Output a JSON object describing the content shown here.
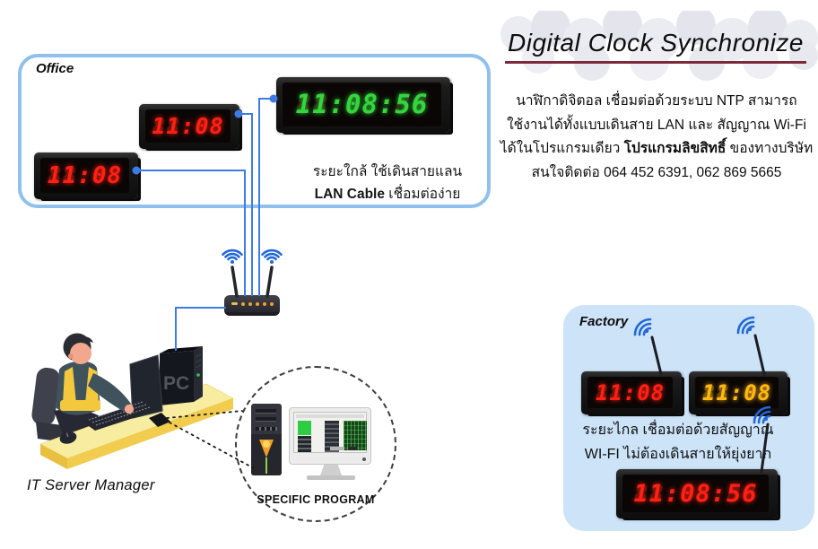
{
  "header": {
    "title": "Digital Clock Synchronize",
    "line1": "นาฬิกาดิจิตอล เชื่อมต่อด้วยระบบ NTP สามารถ",
    "line2": "ใช้งานได้ทั้งแบบเดินสาย LAN และ สัญญาณ Wi-Fi",
    "line3_prefix": "ได้ในโปรแกรมเดียว ",
    "line3_bold": "โปรแกรมลิขสิทธิ์",
    "line3_suffix": " ของทางบริษัท",
    "line4": "สนใจติดต่อ 064 452 6391, 062 869 5665"
  },
  "office": {
    "label": "Office",
    "clock_main": {
      "value": "11:08:56",
      "ghost": "88:88:88"
    },
    "clock_mid": {
      "value": "11:08",
      "ghost": "88:88"
    },
    "clock_low": {
      "value": "11:08",
      "ghost": "88:88"
    },
    "note_line1": "ระยะใกล้ ใช้เดินสายแลน",
    "note_line2_bold": "LAN Cable",
    "note_line2_rest": " เชื่อมต่อง่าย"
  },
  "factory": {
    "label": "Factory",
    "clock_red": {
      "value": "11:08",
      "ghost": "88:88"
    },
    "clock_yellow": {
      "value": "11:08",
      "ghost": "88:88"
    },
    "clock_large": {
      "value": "11:08:56",
      "ghost": "88:88:88"
    },
    "note_line1": "ระยะไกล เชื่อมต่อด้วยสัญญาณ",
    "note_line2": "WI-FI ไม่ต้องเดินสายให้ยุ่งยาก"
  },
  "it_manager": {
    "label": "IT Server Manager",
    "pc_label": "PC"
  },
  "program": {
    "label": "SPECIFIC PROGRAM"
  },
  "icons": {
    "wifi": "wifi-signal-arcs",
    "antenna": "clock-antenna",
    "router": "wifi-router"
  },
  "colors": {
    "line_blue": "#3d7ce8",
    "wifi_blue": "#2268d8",
    "office_border": "#8fc0ee",
    "factory_bg": "#cce3f8",
    "led_red": "#ff1f13",
    "led_green": "#33d63e",
    "led_yellow": "#ffb712",
    "title_underline": "#7c2a3a"
  }
}
